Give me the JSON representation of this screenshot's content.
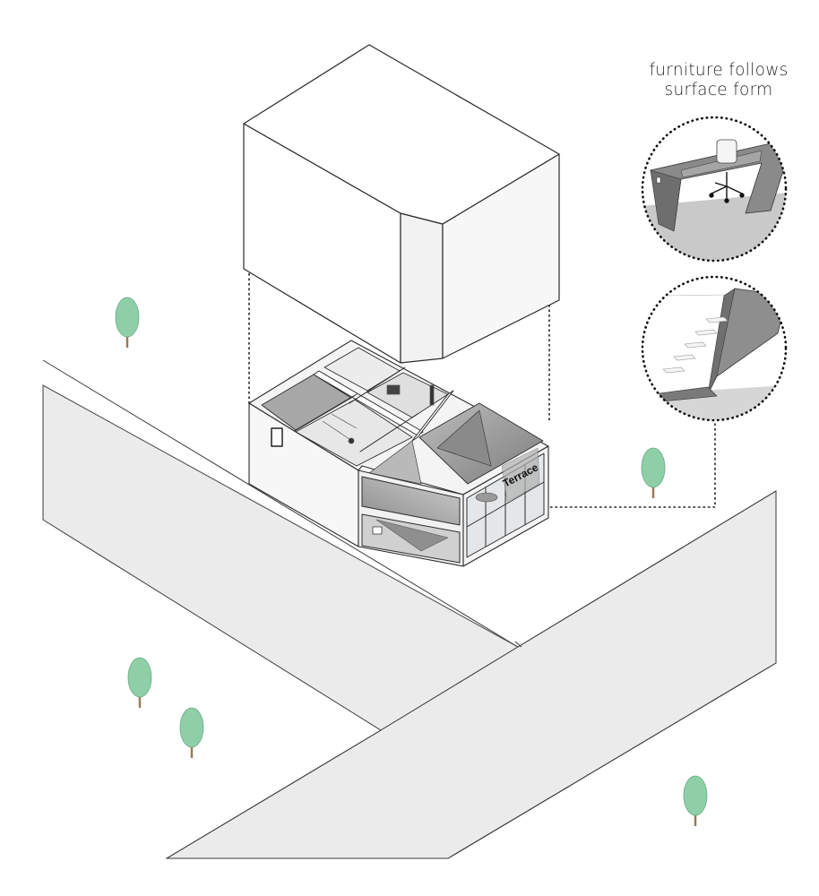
{
  "annotation": {
    "line1": "furniture follows",
    "line2": "surface form"
  },
  "signage": {
    "text": "Terrace"
  },
  "colors": {
    "road": "#ebebeb",
    "sidewalk": "#ffffff",
    "outline": "#2b2b2b",
    "wall": "#f6f6f6",
    "roof_block": "#ffffff",
    "folded_surface": "#9a9a9a",
    "tree_canopy": "#8fcfa8",
    "tree_trunk": "#9a7a55",
    "glass": "#e4e7e9"
  },
  "trees": [
    {
      "name": "tree-upper-left"
    },
    {
      "name": "tree-right-of-building"
    },
    {
      "name": "tree-lower-left-1"
    },
    {
      "name": "tree-lower-left-2"
    },
    {
      "name": "tree-lower-right"
    }
  ],
  "details": [
    {
      "name": "detail-desk-circle",
      "subject": "desk-and-chair"
    },
    {
      "name": "detail-stair-circle",
      "subject": "folded-stair"
    }
  ]
}
